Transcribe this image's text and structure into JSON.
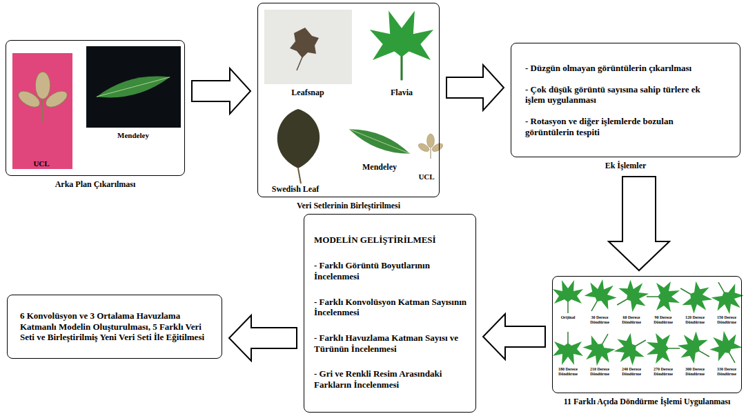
{
  "diagram": {
    "nodes": [
      {
        "text": [
          "Arka Plan Çıkarılması"
        ]
      },
      {
        "text": [
          "Veri Setlerinin Birleştirilmesi"
        ]
      },
      {
        "text": [
          "- Düzgün olmayan görüntülerin çıkarılması",
          "- Çok düşük görüntü sayısına sahip türlere ek işlem uygulanması",
          "- Rotasyon ve diğer işlemlerde bozulan görüntülerin tespiti",
          "Ek İşlemler"
        ]
      },
      {
        "text": [
          "11 Farklı Açıda Döndürme İşlemi Uygulanması"
        ]
      },
      {
        "text": [
          "MODELİN GELİŞTİRİLMESİ",
          "- Farklı Görüntü Boyutlarının İncelenmesi",
          "- Farklı Konvolüsyon Katman Sayısının İncelenmesi",
          "- Farklı Havuzlama Katman Sayısı ve Türünün İncelenmesi",
          "- Gri ve Renkli Resim Arasındaki Farkların İncelenmesi"
        ]
      },
      {
        "text": [
          "6 Konvolüsyon ve 3 Ortalama Havuzlama Katmanlı Modelin Oluşturulması, 5 Farklı Veri Seti ve Birleştirilmiş Yeni Veri Seti İle Eğitilmesi"
        ]
      }
    ],
    "edges": [
      {
        "from": 0,
        "to": 1,
        "arrow": "to"
      },
      {
        "from": 1,
        "to": 2,
        "arrow": "to"
      },
      {
        "from": 2,
        "to": 3,
        "arrow": "to"
      },
      {
        "from": 3,
        "to": 4,
        "arrow": "to"
      },
      {
        "from": 4,
        "to": 5,
        "arrow": "to"
      }
    ],
    "labels": [
      "UCL",
      "Mendeley",
      "Leafsnap",
      "Flavia",
      "Swedish Leaf",
      "Mendeley",
      "UCL",
      "Orijinal",
      "30 Derece Döndürme",
      "60 Derece Döndürme",
      "90 Derece Döndürme",
      "120 Derece Döndürme",
      "150 Derece Döndürme",
      "180 Derece Döndürme",
      "210 Derece Döndürme",
      "240 Derece Döndürme",
      "270 Derece Döndürme",
      "300 Derece Döndürme",
      "330 Derece Döndürme"
    ]
  }
}
